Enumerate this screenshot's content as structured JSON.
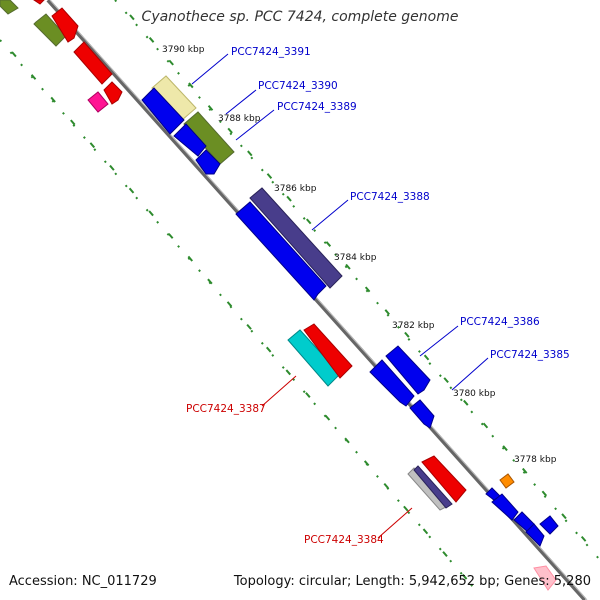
{
  "title": "Cyanothece sp. PCC 7424, complete genome",
  "footer": {
    "accession": "Accession: NC_011729",
    "stats": "Topology: circular; Length: 5,942,652 bp; Genes: 5,280"
  },
  "ticks": {
    "t3790": "3790 kbp",
    "t3788": "3788 kbp",
    "t3786": "3786 kbp",
    "t3784": "3784 kbp",
    "t3782": "3782 kbp",
    "t3780": "3780 kbp",
    "t3778": "3778 kbp"
  },
  "genes": {
    "g3391": "PCC7424_3391",
    "g3390": "PCC7424_3390",
    "g3389": "PCC7424_3389",
    "g3388": "PCC7424_3388",
    "g3386": "PCC7424_3386",
    "g3385": "PCC7424_3385",
    "g3387": "PCC7424_3387",
    "g3384": "PCC7424_3384"
  },
  "colors": {
    "blue": "#0000ee",
    "red": "#ee0000",
    "olive": "#6b8e23",
    "khaki": "#eee8aa",
    "slate": "#483d8b",
    "cyan": "#00cccc",
    "magenta": "#ff1493",
    "orange": "#ff8c00",
    "gray": "#c0c0c0",
    "backbone": "#808080",
    "dots": "#006400"
  }
}
